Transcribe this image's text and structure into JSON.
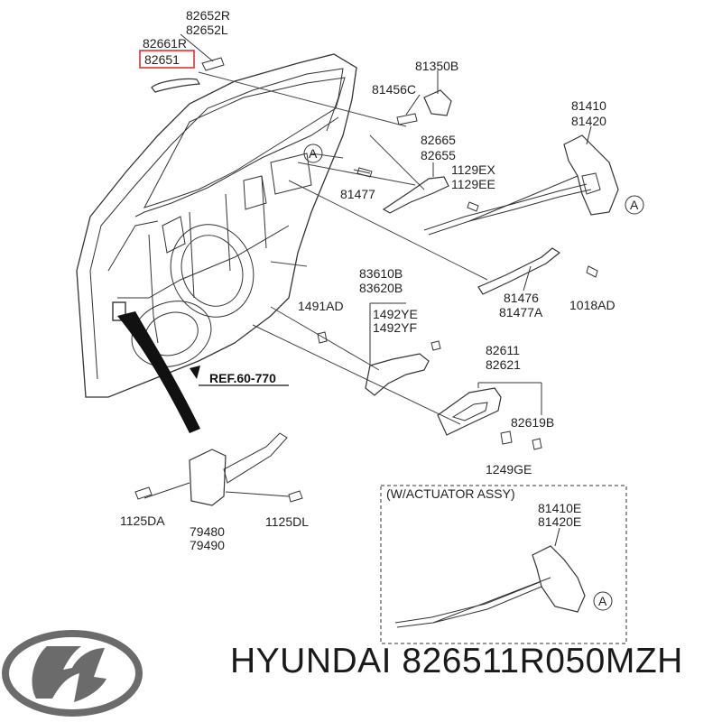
{
  "labels": {
    "p82652R": "82652R",
    "p82652L": "82652L",
    "p82661R": "82661R",
    "p82651": "82651",
    "p81350B": "81350B",
    "p81456C": "81456C",
    "p81410": "81410",
    "p81420": "81420",
    "p82665": "82665",
    "p82655": "82655",
    "p1129EX": "1129EX",
    "p1129EE": "1129EE",
    "p81477": "81477",
    "p83610B": "83610B",
    "p83620B": "83620B",
    "p1491AD": "1491AD",
    "p1492YE": "1492YE",
    "p1492YF": "1492YF",
    "p81476": "81476",
    "p81477A": "81477A",
    "p1018AD": "1018AD",
    "p82611": "82611",
    "p82621": "82621",
    "p82619B": "82619B",
    "p1249GE": "1249GE",
    "p1125DA": "1125DA",
    "p79480": "79480",
    "p79490": "79490",
    "p1125DL": "1125DL",
    "p81410E": "81410E",
    "p81420E": "81420E"
  },
  "callouts": {
    "a1": "A",
    "a2": "A",
    "a3": "A"
  },
  "ref_note": "REF.60-770",
  "actuator_box_title": "(W/ACTUATOR ASSY)",
  "footer": {
    "brand": "HYUNDAI",
    "part_number": "826511R050MZH"
  },
  "colors": {
    "highlight": "#e03030",
    "line": "#333333",
    "logo": "#6b6b6b"
  },
  "icons": {
    "logo": "hyundai-logo-icon"
  }
}
